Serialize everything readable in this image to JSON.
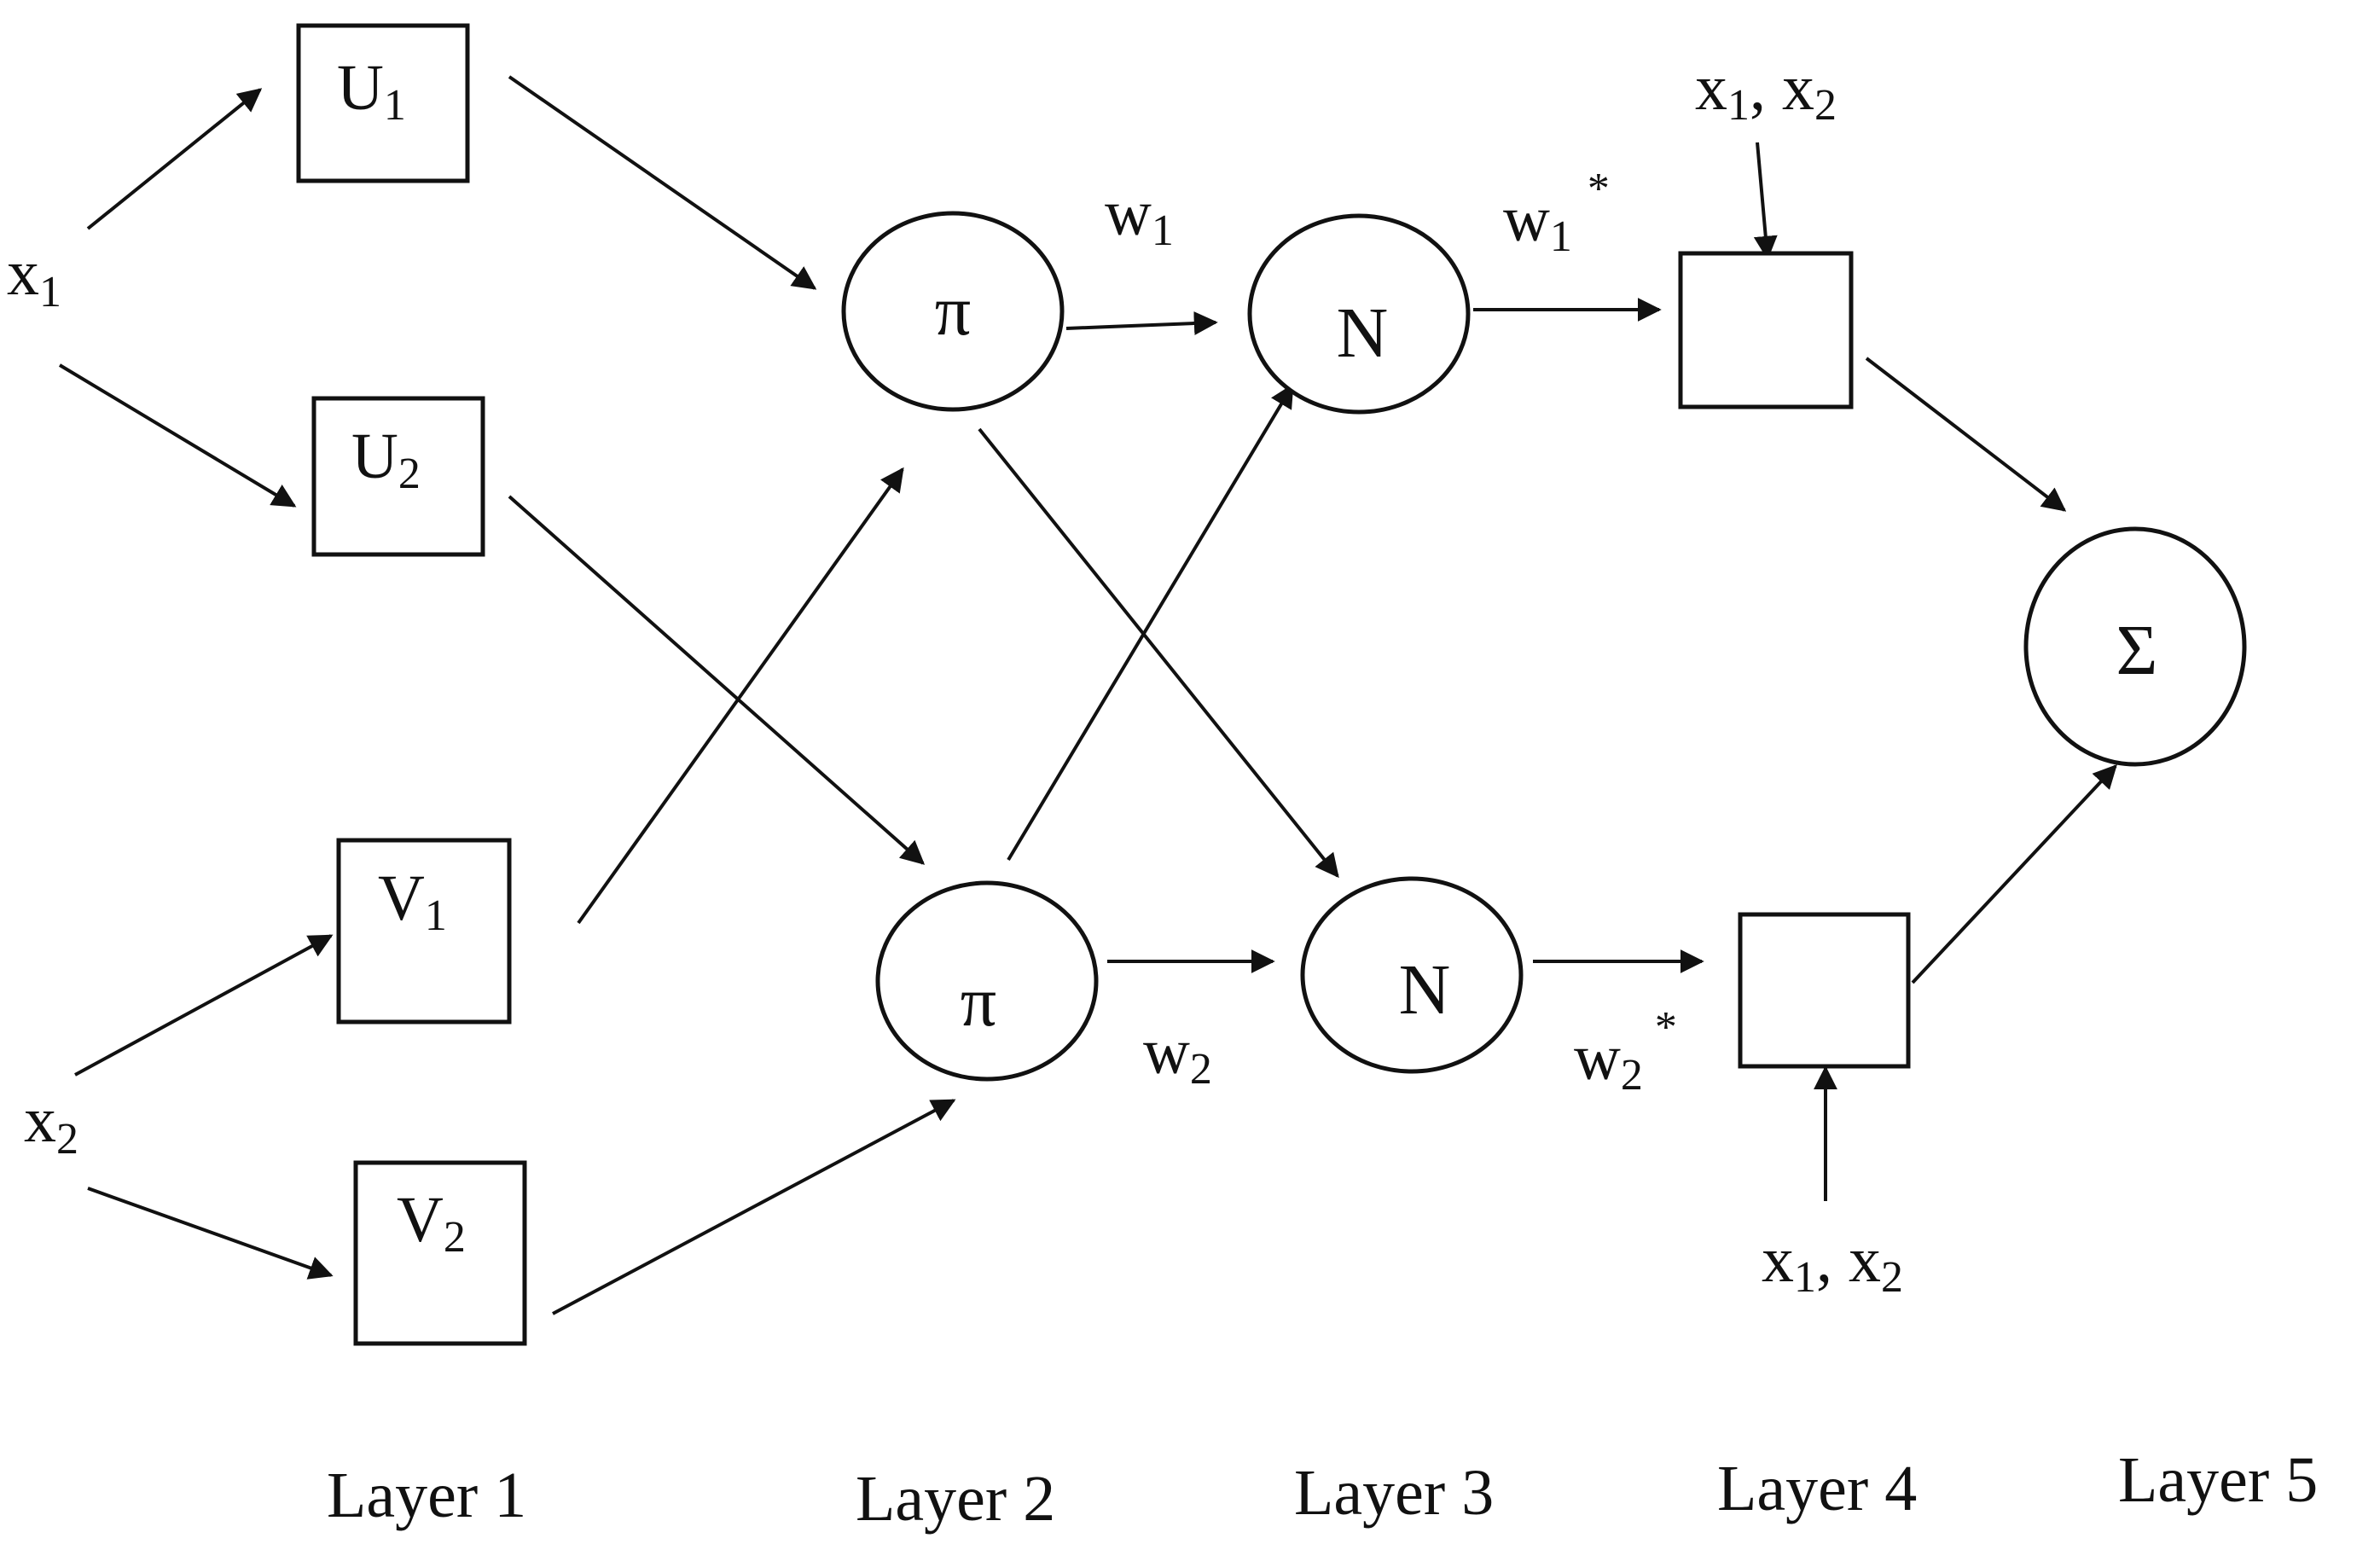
{
  "inputs": [
    {
      "id": "x1",
      "base": "x",
      "sub": "1"
    },
    {
      "id": "x2",
      "base": "x",
      "sub": "2"
    }
  ],
  "layer1": [
    {
      "id": "U1",
      "base": "U",
      "sub": "1"
    },
    {
      "id": "U2",
      "base": "U",
      "sub": "2"
    },
    {
      "id": "V1",
      "base": "V",
      "sub": "1"
    },
    {
      "id": "V2",
      "base": "V",
      "sub": "2"
    }
  ],
  "layer2": [
    {
      "id": "pi1",
      "symbol": "π"
    },
    {
      "id": "pi2",
      "symbol": "π"
    }
  ],
  "layer3": [
    {
      "id": "N1",
      "symbol": "N"
    },
    {
      "id": "N2",
      "symbol": "N"
    }
  ],
  "layer5": {
    "id": "sum",
    "symbol": "Σ"
  },
  "weights": [
    {
      "id": "w1",
      "base": "w",
      "sub": "1",
      "star": ""
    },
    {
      "id": "w2",
      "base": "w",
      "sub": "2",
      "star": ""
    },
    {
      "id": "w1s",
      "base": "w",
      "sub": "1",
      "star": "*"
    },
    {
      "id": "w2s",
      "base": "w",
      "sub": "2",
      "star": "*"
    }
  ],
  "layer4_inputs": [
    {
      "id": "top",
      "x": "x",
      "s1": "1",
      "sep": ", ",
      "x2": "x",
      "s2": "2"
    },
    {
      "id": "bottom",
      "x": "x",
      "s1": "1",
      "sep": ", ",
      "x2": "x",
      "s2": "2"
    }
  ],
  "layer_labels": [
    "Layer 1",
    "Layer 2",
    "Layer 3",
    "Layer 4",
    "Layer 5"
  ]
}
